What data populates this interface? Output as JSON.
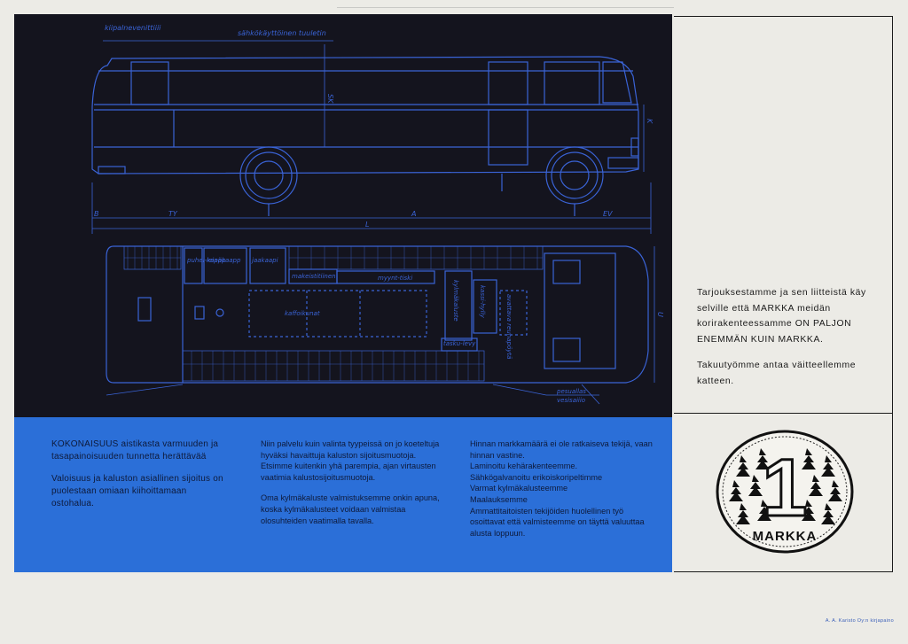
{
  "blueprint": {
    "labels": {
      "top_left": "kiipalnevenittiiii",
      "top_mid": "sähkökäyttöinen tuuletin",
      "dim_sk": "SK",
      "dim_k": "K",
      "dim_b": "B",
      "dim_ty": "TY",
      "dim_a": "A",
      "dim_ev": "EV",
      "dim_l": "L",
      "dim_u": "U",
      "plan_1": "puhel-kaapp",
      "plan_2": "leipäkaapp",
      "plan_3": "jaakaapi",
      "plan_4": "makeistitiinen",
      "plan_5": "myynt-tiski",
      "plan_6": "kylmäkaluste",
      "plan_7": "kassi-hylly",
      "plan_8": "avattava reunapöytä",
      "plan_9": "kaffoikunat",
      "plan_10": "tasku-levy",
      "plan_11": "pesuallas",
      "plan_12": "vesisaiiio"
    }
  },
  "columns": {
    "col1": {
      "p1": "KOKONAISUUS aistikasta varmuuden ja tasapainoisuuden tunnetta herättävää",
      "p2": "Valoisuus ja kaluston asiallinen sijoitus on puolestaan omiaan kiihoittamaan ostohalua."
    },
    "col2": {
      "p1": "Niin palvelu kuin valinta tyypeissä on jo koeteltuja hyväksi havaittuja kaluston sijoitusmuotoja. Etsimme kuitenkin yhä parempia, ajan virtausten vaatimia kalustosijoitusmuotoja.",
      "p2": "Oma kylmäkaluste valmistuksemme onkin apuna, koska kylmäkalusteet voidaan valmistaa olosuhteiden vaatimalla tavalla."
    },
    "col3": {
      "l1": "Hinnan markkamäärä ei ole ratkaiseva tekijä, vaan hinnan vastine.",
      "l2": "Laminoitu kehärakenteemme.",
      "l3": "Sähkögalvanoitu erikoiskoripeltimme",
      "l4": "Varmat kylmäkalusteemme",
      "l5": "Maalauksemme",
      "l6": "Ammattitaitoisten tekijöiden huolellinen työ osoittavat että valmisteemme on täyttä valuuttaa alusta loppuun."
    }
  },
  "tagline": {
    "p1": "Tarjouksestamme ja sen liitteistä käy selville että MARKKA meidän korirakenteessamme ON PALJON ENEMMÄN KUIN MARKKA.",
    "p2": "Takuutyömme antaa väitteellemme katteen."
  },
  "coin": {
    "numeral": "1",
    "word": "MARKKA"
  },
  "printer": "A. A. Karisto Oy:n kirjapaino",
  "colors": {
    "blueprint_bg": "#14141e",
    "blueprint_line": "#3a63d6",
    "text_band": "#2b6fd8",
    "paper": "#ecebe6"
  }
}
